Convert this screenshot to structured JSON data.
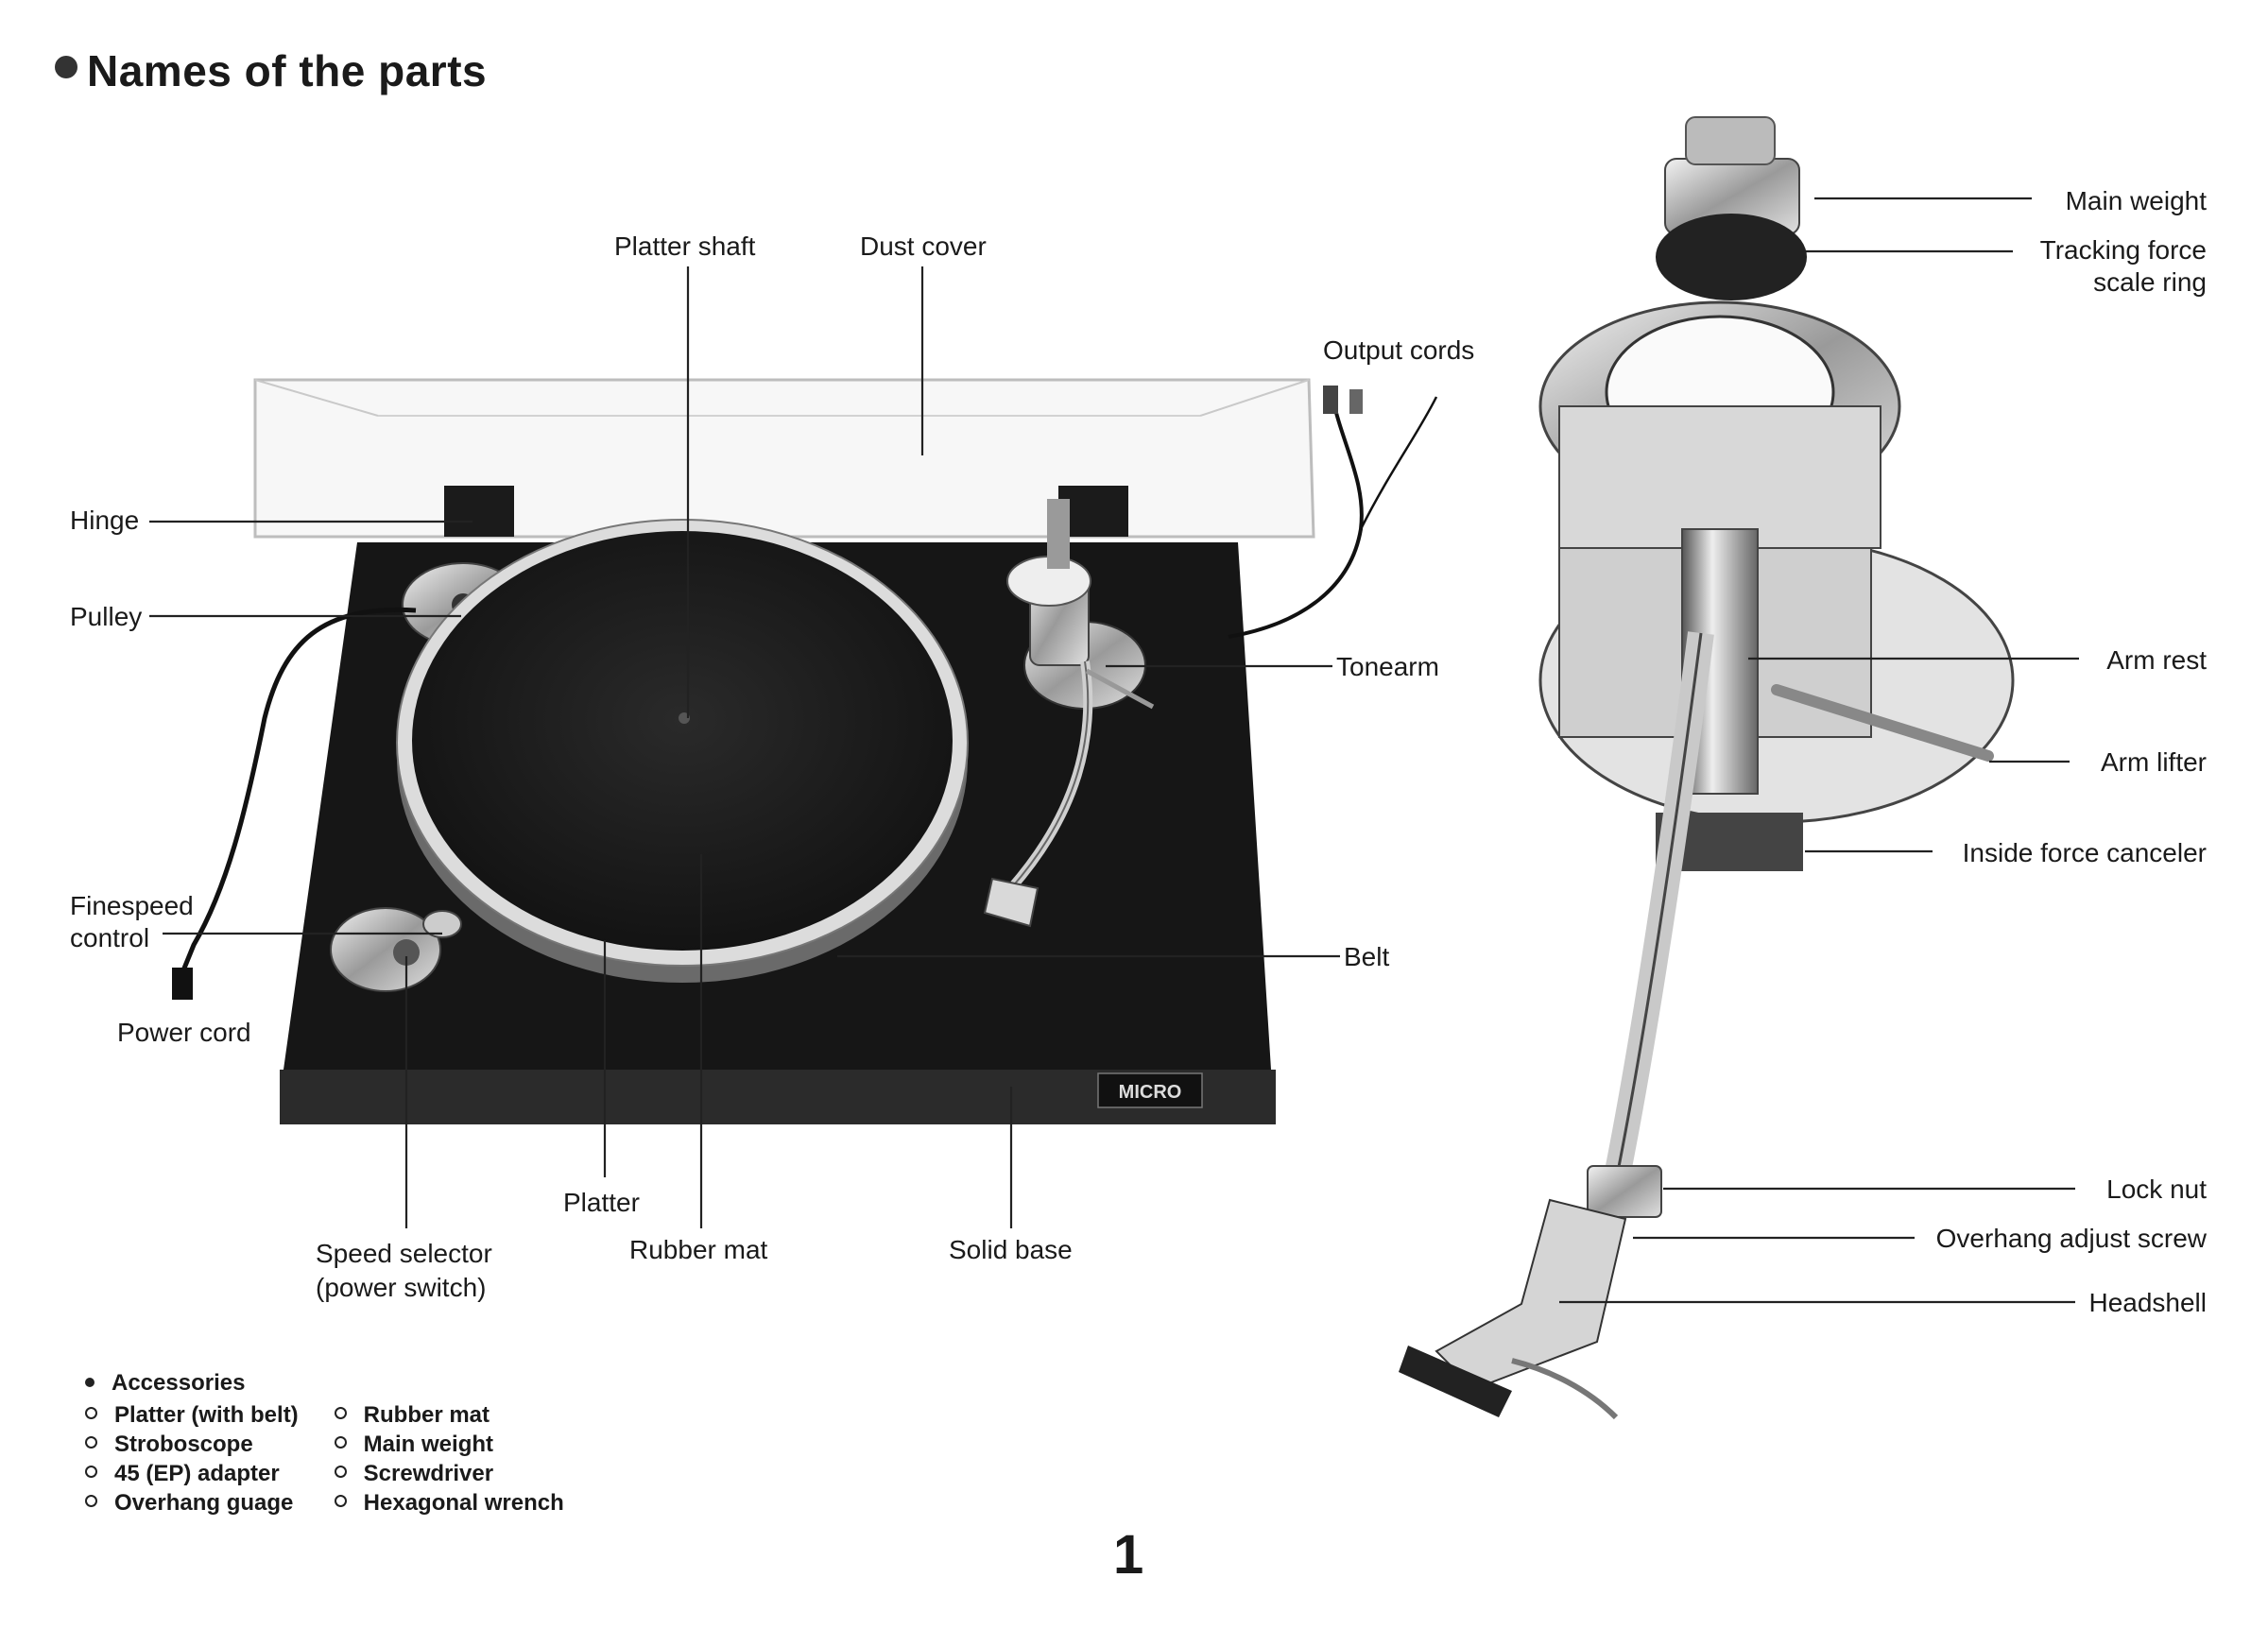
{
  "title": "Names of the parts",
  "labels": {
    "platter_shaft": "Platter shaft",
    "dust_cover": "Dust cover",
    "output_cords": "Output cords",
    "hinge": "Hinge",
    "pulley": "Pulley",
    "tonearm": "Tonearm",
    "finespeed_1": "Finespeed",
    "finespeed_2": "control",
    "power_cord": "Power cord",
    "belt": "Belt",
    "platter": "Platter",
    "speed_selector_1": "Speed selector",
    "speed_selector_2": "(power switch)",
    "rubber_mat": "Rubber mat",
    "solid_base": "Solid base",
    "main_weight": "Main weight",
    "tracking_force_1": "Tracking force",
    "tracking_force_2": "scale ring",
    "arm_rest": "Arm rest",
    "arm_lifter": "Arm lifter",
    "inside_force_canceler": "Inside force canceler",
    "lock_nut": "Lock nut",
    "overhang_adjust_screw": "Overhang adjust screw",
    "headshell": "Headshell"
  },
  "brand_plate": "MICRO",
  "accessories": {
    "heading": "Accessories",
    "left": [
      "Platter (with belt)",
      "Stroboscope",
      "45 (EP) adapter",
      "Overhang guage"
    ],
    "right": [
      "Rubber mat",
      "Main weight",
      "Screwdriver",
      "Hexagonal wrench"
    ]
  },
  "page_number": "1"
}
